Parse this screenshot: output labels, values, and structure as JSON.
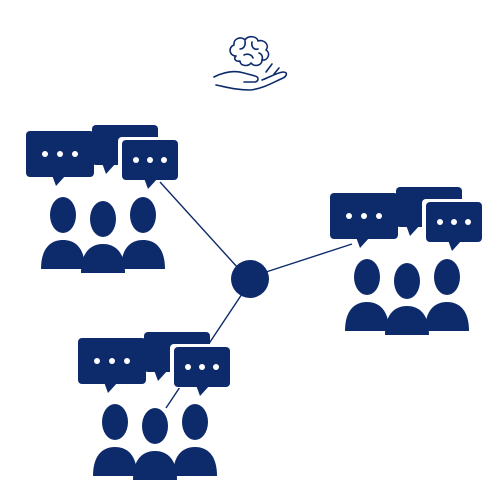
{
  "colors": {
    "primary": "#0d2b6b",
    "line": "#0d2b6b",
    "background": "#ffffff",
    "dot": "#ffffff"
  },
  "icons": {
    "top": "brain-in-hand-icon",
    "hub": "hub-node-icon",
    "group": "group-chat-icon"
  },
  "diagram": {
    "groups": [
      {
        "name": "group-top-left"
      },
      {
        "name": "group-right"
      },
      {
        "name": "group-bottom-left"
      }
    ]
  }
}
